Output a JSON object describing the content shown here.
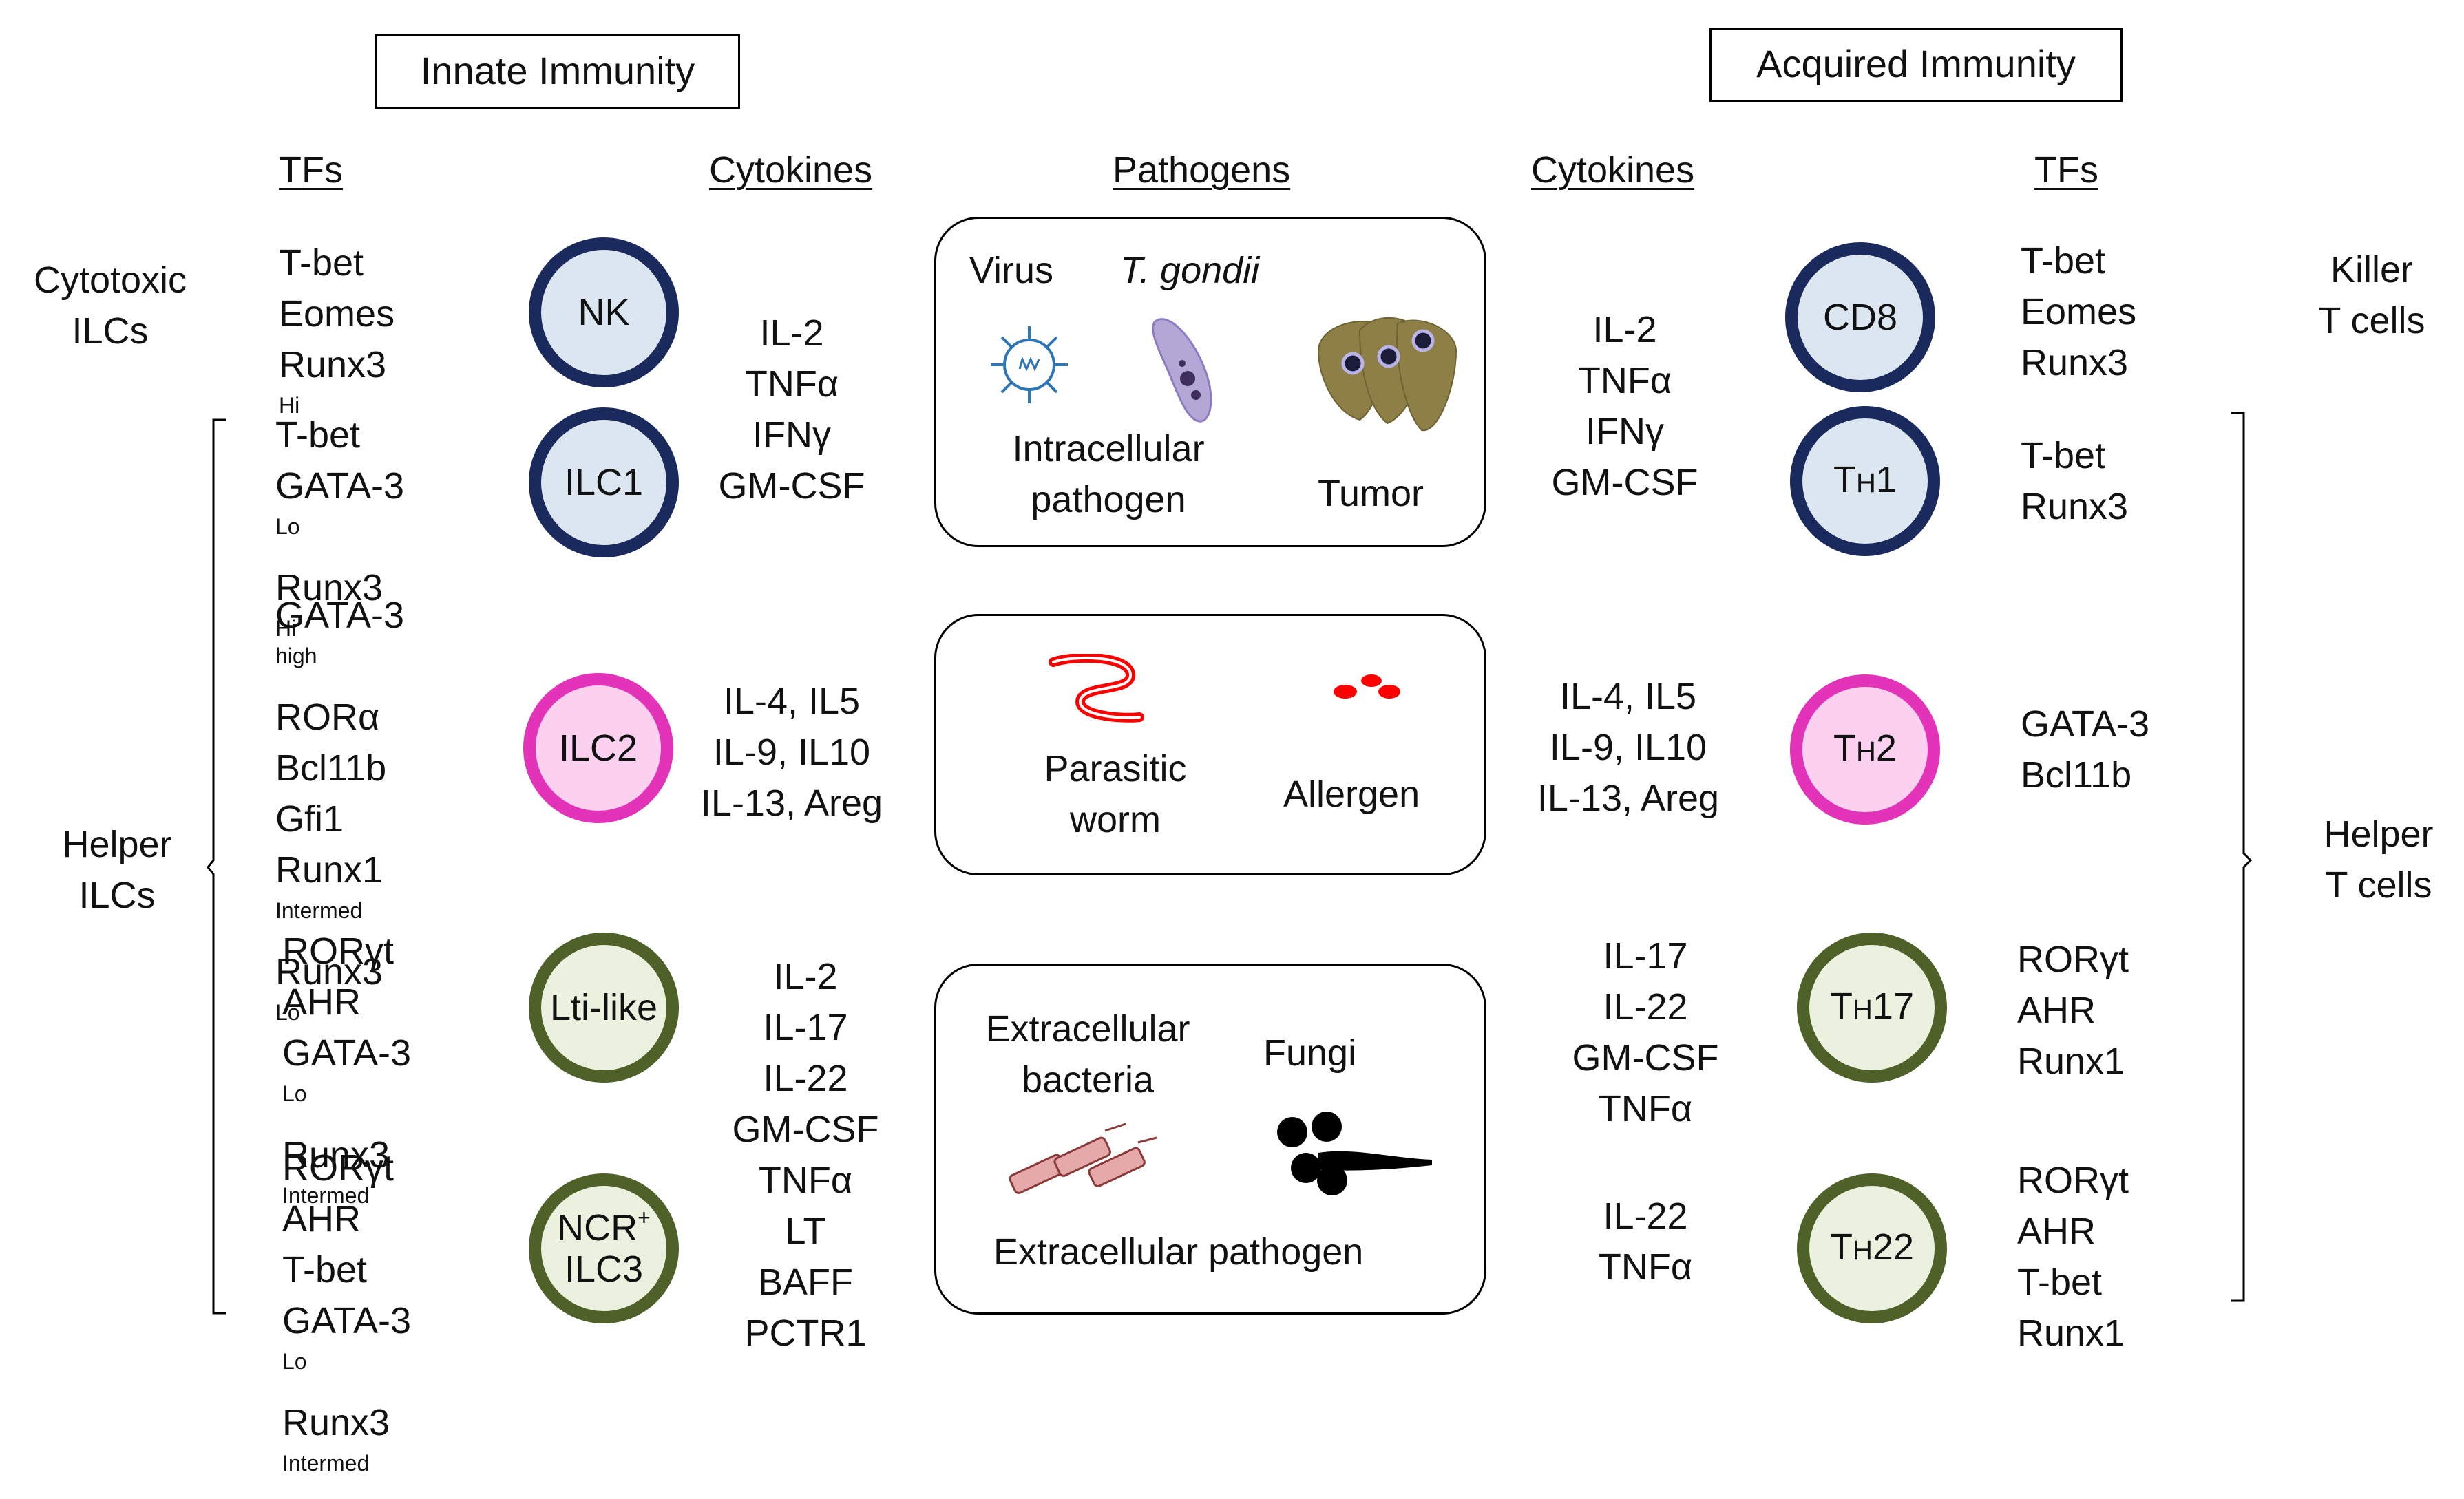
{
  "headings": {
    "innate": "Innate Immunity",
    "acquired": "Acquired Immunity",
    "tfs_left": "TFs",
    "cytokines_left": "Cytokines",
    "pathogens": "Pathogens",
    "cytokines_right": "Cytokines",
    "tfs_right": "TFs"
  },
  "groups": {
    "cytotoxic_ilcs": [
      "Cytotoxic",
      "ILCs"
    ],
    "helper_ilcs": [
      "Helper",
      "ILCs"
    ],
    "killer_t": [
      "Killer",
      "T cells"
    ],
    "helper_t": [
      "Helper",
      "T cells"
    ]
  },
  "innate": {
    "nk": {
      "cell": "NK",
      "tfs": [
        [
          "T-bet",
          ""
        ],
        [
          "Eomes",
          ""
        ],
        [
          "Runx3",
          "Hi"
        ]
      ]
    },
    "ilc1": {
      "cell": "ILC1",
      "tfs": [
        [
          "T-bet",
          ""
        ],
        [
          "GATA-3",
          "Lo"
        ],
        [
          "Runx3",
          "Hi"
        ]
      ]
    },
    "ilc2": {
      "cell": "ILC2",
      "tfs": [
        [
          "GATA-3",
          "high"
        ],
        [
          "RORα",
          ""
        ],
        [
          "Bcl11b",
          ""
        ],
        [
          "Gfi1",
          ""
        ],
        [
          "Runx1",
          "Intermed"
        ],
        [
          "Runx3",
          "Lo"
        ]
      ]
    },
    "lti": {
      "cell": "Lti-like",
      "tfs": [
        [
          "RORγt",
          ""
        ],
        [
          "AHR",
          ""
        ],
        [
          "GATA-3",
          "Lo"
        ],
        [
          "Runx3",
          "Intermed"
        ]
      ]
    },
    "ilc3": {
      "cell_line1": "NCR",
      "cell_sup": "+",
      "cell_line2": "ILC3",
      "tfs": [
        [
          "RORγt",
          ""
        ],
        [
          "AHR",
          ""
        ],
        [
          "T-bet",
          ""
        ],
        [
          "GATA-3",
          "Lo"
        ],
        [
          "Runx3",
          "Intermed"
        ]
      ]
    },
    "cytokines_type1": [
      "IL-2",
      "TNFα",
      "IFNγ",
      "GM-CSF"
    ],
    "cytokines_type2": [
      "IL-4, IL5",
      "IL-9, IL10",
      "IL-13, Areg"
    ],
    "cytokines_type3": [
      "IL-2",
      "IL-17",
      "IL-22",
      "GM-CSF",
      "TNFα",
      "LT",
      "BAFF",
      "PCTR1"
    ]
  },
  "pathogens": {
    "box1": {
      "virus": "Virus",
      "tgondii": "T. gondii",
      "intracellular": [
        "Intracellular",
        "pathogen"
      ],
      "tumor": "Tumor"
    },
    "box2": {
      "worm": [
        "Parasitic",
        "worm"
      ],
      "allergen": "Allergen"
    },
    "box3": {
      "bacteria": [
        "Extracellular",
        "bacteria"
      ],
      "fungi": "Fungi",
      "extracellular": "Extracellular pathogen"
    }
  },
  "acquired": {
    "cd8": {
      "cell": "CD8",
      "tfs": [
        "T-bet",
        "Eomes",
        "Runx3"
      ]
    },
    "th1": {
      "cell_t": "T",
      "cell_sub": "H",
      "cell_num": "1",
      "tfs": [
        "T-bet",
        "Runx3"
      ]
    },
    "th2": {
      "cell_t": "T",
      "cell_sub": "H",
      "cell_num": "2",
      "tfs": [
        "GATA-3",
        "Bcl11b"
      ]
    },
    "th17": {
      "cell_t": "T",
      "cell_sub": "H",
      "cell_num": "17",
      "tfs": [
        "RORγt",
        "AHR",
        "Runx1"
      ]
    },
    "th22": {
      "cell_t": "T",
      "cell_sub": "H",
      "cell_num": "22",
      "tfs": [
        "RORγt",
        "AHR",
        "T-bet",
        "Runx1"
      ]
    },
    "cytokines_type1": [
      "IL-2",
      "TNFα",
      "IFNγ",
      "GM-CSF"
    ],
    "cytokines_type2": [
      "IL-4, IL5",
      "IL-9, IL10",
      "IL-13, Areg"
    ],
    "cytokines_th17": [
      "IL-17",
      "IL-22",
      "GM-CSF",
      "TNFα"
    ],
    "cytokines_th22": [
      "IL-22",
      "TNFα"
    ]
  },
  "colors": {
    "type1_ring": "#1b2a5c",
    "type1_fill": "#dce6f1",
    "type2_ring": "#e233b9",
    "type2_fill": "#fbd1ef",
    "type3_ring": "#4d6128",
    "type3_fill": "#ebf1de",
    "virus": "#2e75b6",
    "parasite": "#b4a7d6",
    "tumor": "#8d7f45",
    "allergen": "#ff0000",
    "bacteria": "#e6a9a9"
  }
}
